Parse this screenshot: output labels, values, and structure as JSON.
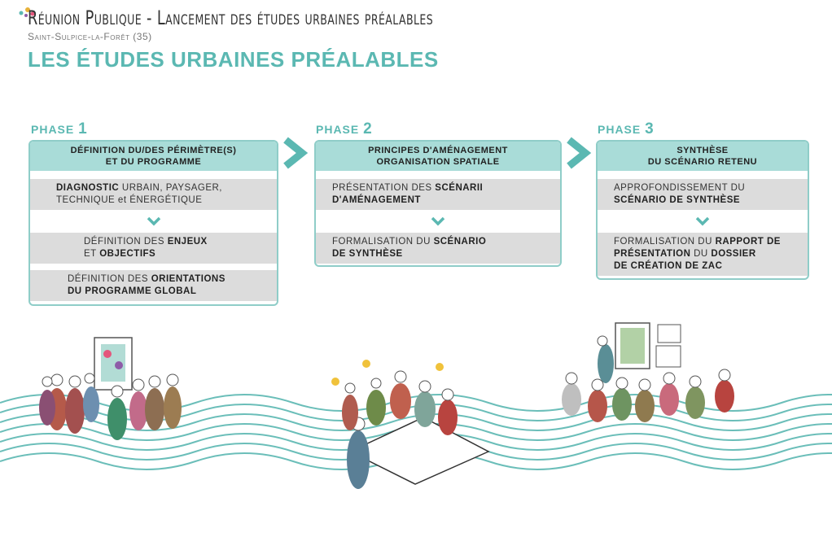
{
  "header": {
    "title": "Réunion Publique - Lancement des études urbaines préalables",
    "subtitle": "Saint-Sulpice-la-Forêt (35)",
    "page_title": "LES ÉTUDES URBAINES PRÉALABLES"
  },
  "colors": {
    "accent": "#5bb8b2",
    "header_fill": "#a9dcd8",
    "step_fill": "#dcdcdc"
  },
  "phases": [
    {
      "label": "PHASE",
      "number": "1",
      "heading_1": "DÉFINITION DU/DES PÉRIMÈTRE(S)",
      "heading_2": "ET DU PROGRAMME",
      "steps": [
        {
          "bold": "DIAGNOSTIC",
          "text": " URBAIN, PAYSAGER,",
          "line2": "TECHNIQUE et ÉNERGÉTIQUE"
        },
        {
          "pre": "DÉFINITION DES ",
          "bold": "ENJEUX",
          "line2_pre": "ET ",
          "line2_bold": "OBJECTIFS"
        },
        {
          "pre": "DÉFINITION DES ",
          "bold": "ORIENTATIONS",
          "line2_bold": "DU PROGRAMME GLOBAL"
        }
      ]
    },
    {
      "label": "PHASE",
      "number": "2",
      "heading_1": "PRINCIPES D'AMÉNAGEMENT",
      "heading_2": "ORGANISATION SPATIALE",
      "steps": [
        {
          "pre": "PRÉSENTATION DES ",
          "bold": "SCÉNARII",
          "line2_bold": "D'AMÉNAGEMENT"
        },
        {
          "pre": "FORMALISATION DU ",
          "bold": "SCÉNARIO",
          "line2_bold": "DE SYNTHÈSE"
        }
      ]
    },
    {
      "label": "PHASE",
      "number": "3",
      "heading_1": "SYNTHÈSE",
      "heading_2": "DU SCÉNARIO RETENU",
      "steps": [
        {
          "pre": "APPROFONDISSEMENT DU",
          "line2_bold": "SCÉNARIO DE SYNTHÈSE"
        },
        {
          "pre": "FORMALISATION DU ",
          "bold": "RAPPORT DE",
          "line2_bold": "PRÉSENTATION",
          "line2_post": " DU ",
          "line2_bold2": "DOSSIER",
          "line3_bold": "DE CRÉATION DE ZAC"
        }
      ]
    }
  ]
}
